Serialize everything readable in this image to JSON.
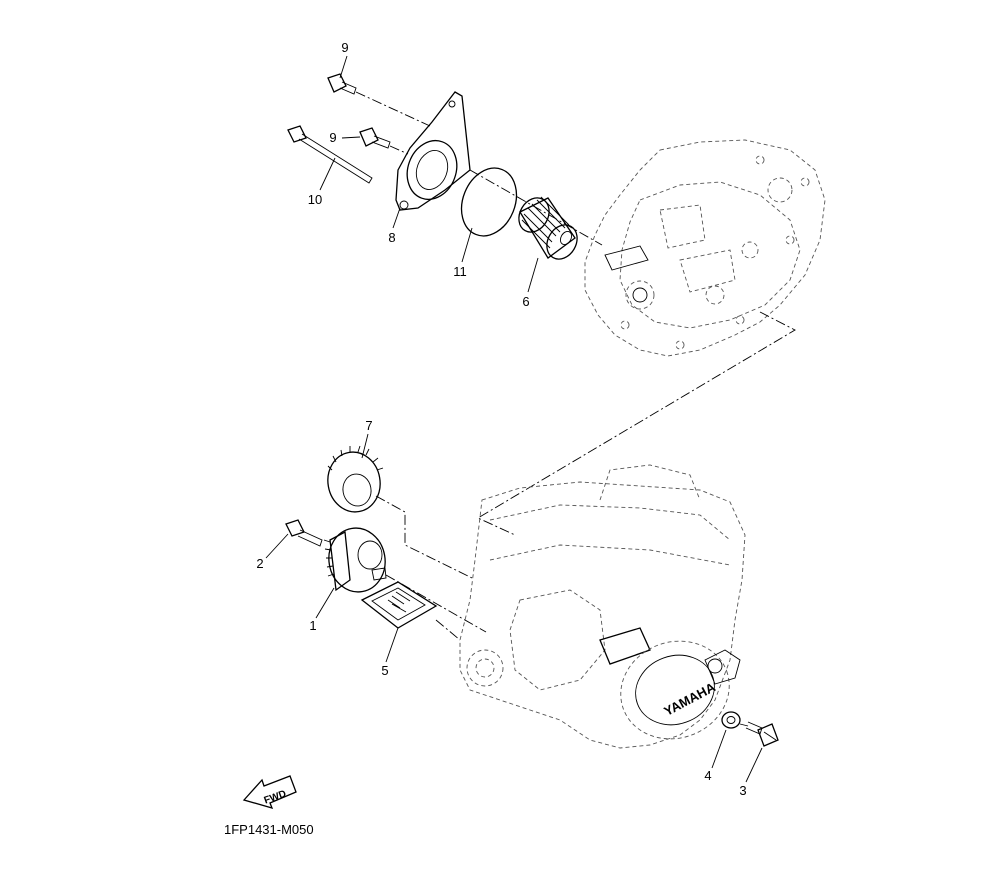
{
  "callouts": [
    {
      "id": "p1",
      "label": "1"
    },
    {
      "id": "p2",
      "label": "2"
    },
    {
      "id": "p3",
      "label": "3"
    },
    {
      "id": "p4",
      "label": "4"
    },
    {
      "id": "p5",
      "label": "5"
    },
    {
      "id": "p6",
      "label": "6"
    },
    {
      "id": "p7",
      "label": "7"
    },
    {
      "id": "p8",
      "label": "8"
    },
    {
      "id": "p9a",
      "label": "9"
    },
    {
      "id": "p9b",
      "label": "9"
    },
    {
      "id": "p10",
      "label": "10"
    },
    {
      "id": "p11",
      "label": "11"
    }
  ],
  "diagram_code": "1FP1431-M050",
  "fwd_label": "FWD",
  "brand_mark": "YAMAHA"
}
